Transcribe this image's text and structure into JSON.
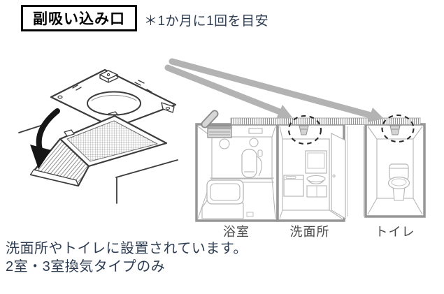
{
  "header": {
    "title": "副吸い込み口",
    "frequency_note": "＊1か月に1回を目安"
  },
  "room_diagram": {
    "labels": {
      "bathroom": "浴室",
      "washroom": "洗面所",
      "toilet": "トイレ"
    },
    "highlighted_rooms": [
      "洗面所",
      "トイレ"
    ]
  },
  "description": {
    "line1": "洗面所やトイレに設置されています。",
    "line2": "2室・3室換気タイプのみ"
  },
  "icons": {
    "removal_arrow": "curved-black-down-arrow",
    "location_arrows": "thick-gray-pointer-arrow",
    "vent_highlight": "dashed-circle",
    "sub_intake_vent": "ceiling-vent-grille"
  },
  "colors": {
    "background": "#ffffff",
    "title_text": "#000000",
    "title_border": "#000000",
    "note_text": "#2e3d52",
    "description_text": "#2e3d52",
    "room_label_text": "#4a4a4a",
    "diagram_wall": "#969696",
    "diagram_detail": "#b6b6b6",
    "arrow_gray": "#b3b3b3",
    "illustration_line": "#3c3c3c",
    "highlight_circle": "#282828"
  }
}
